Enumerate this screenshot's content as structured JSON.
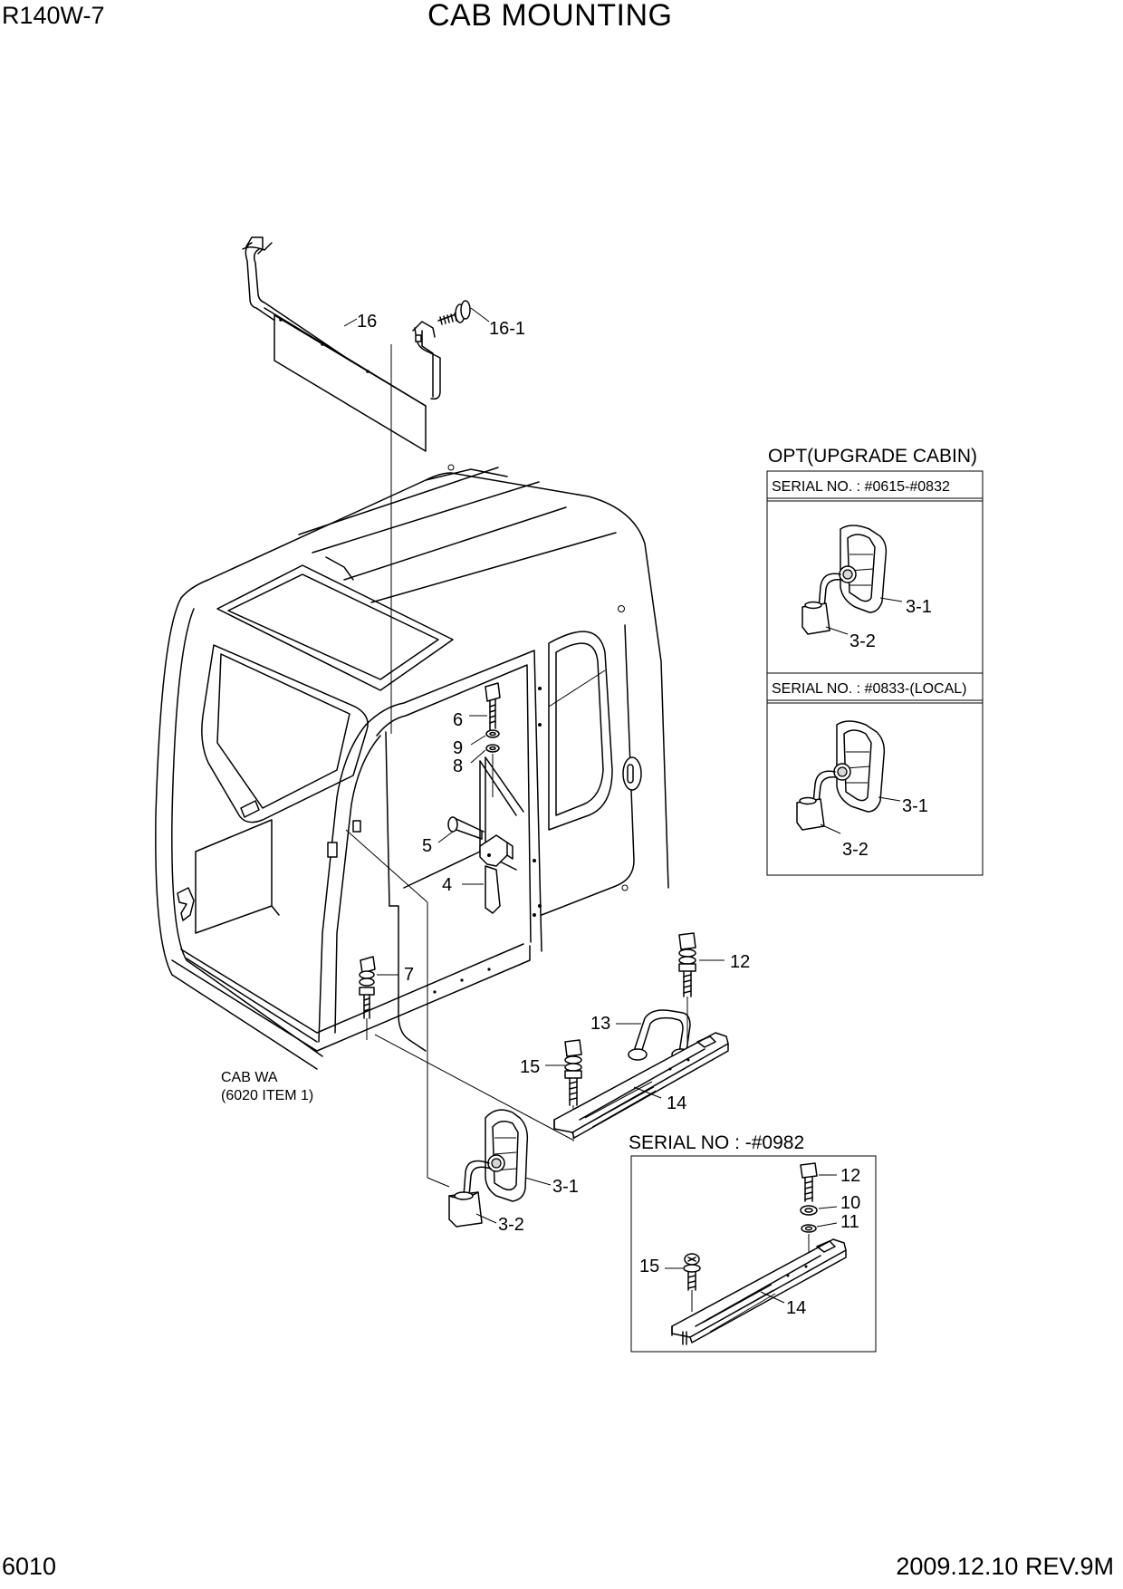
{
  "header": {
    "model": "R140W-7",
    "title": "CAB MOUNTING"
  },
  "footer": {
    "page": "6010",
    "date_rev": "2009.12.10  REV.9M"
  },
  "main_labels": {
    "l16": "16",
    "l16_1": "16-1",
    "l6": "6",
    "l9": "9",
    "l8": "8",
    "l5": "5",
    "l4": "4",
    "l7": "7",
    "l12": "12",
    "l13": "13",
    "l15": "15",
    "l14": "14",
    "l3_1": "3-1",
    "l3_2": "3-2"
  },
  "cab_note": {
    "line1": "CAB WA",
    "line2": "(6020 ITEM 1)"
  },
  "opt_box": {
    "title": "OPT(UPGRADE CABIN)",
    "serial_a": "SERIAL NO. : #0615-#0832",
    "serial_b": "SERIAL NO. : #0833-(LOCAL)",
    "a_3_1": "3-1",
    "a_3_2": "3-2",
    "b_3_1": "3-1",
    "b_3_2": "3-2"
  },
  "serial_box": {
    "title": "SERIAL NO : -#0982",
    "l12": "12",
    "l10": "10",
    "l11": "11",
    "l15": "15",
    "l14": "14"
  }
}
